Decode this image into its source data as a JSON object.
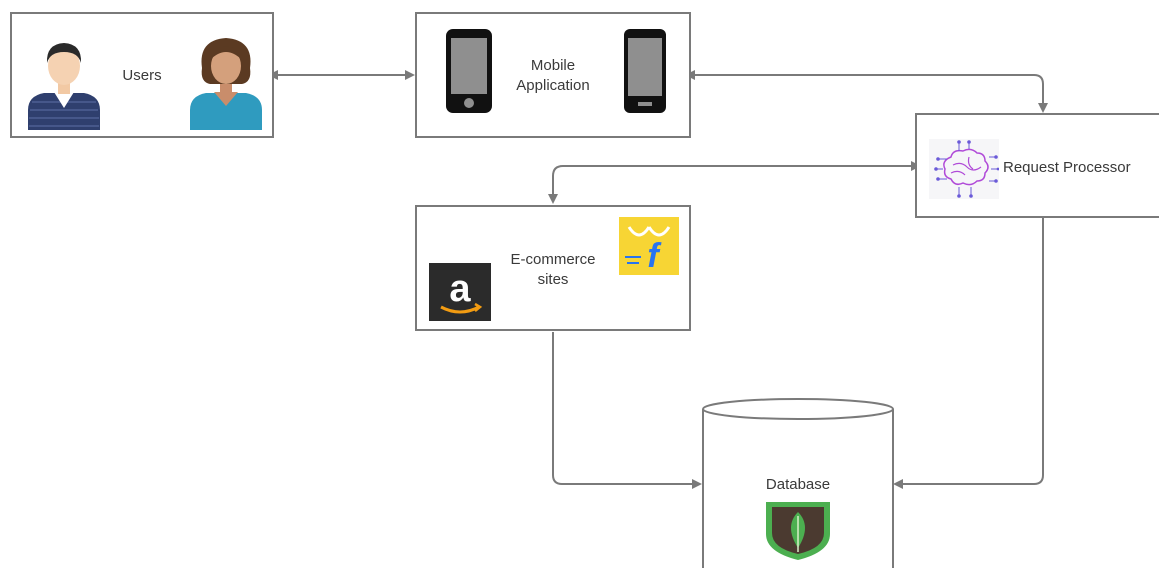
{
  "nodes": {
    "users": {
      "label": "Users"
    },
    "mobile": {
      "label_line1": "Mobile",
      "label_line2": "Application"
    },
    "processor": {
      "label": "Request Processor"
    },
    "ecommerce": {
      "label_line1": "E-commerce",
      "label_line2": "sites"
    },
    "database": {
      "label": "Database"
    }
  },
  "icons": {
    "male_user": "male-user-avatar-icon",
    "female_user": "female-user-avatar-icon",
    "phone": "smartphone-icon",
    "ai_brain": "circuit-brain-icon",
    "amazon": "amazon-logo-icon",
    "flipkart": "flipkart-logo-icon",
    "mongodb": "mongodb-leaf-icon"
  },
  "colors": {
    "connector": "#7a7a7a",
    "box_border": "#7a7a7a",
    "text": "#3a3a3a",
    "mongodb_green": "#4caf50",
    "mongodb_brown": "#4b3a30",
    "flipkart_yellow": "#f7d534",
    "flipkart_blue": "#2874f0",
    "amazon_dark": "#2b2b2b",
    "amazon_orange": "#f39c12",
    "brain_purple": "#b04ad8"
  }
}
